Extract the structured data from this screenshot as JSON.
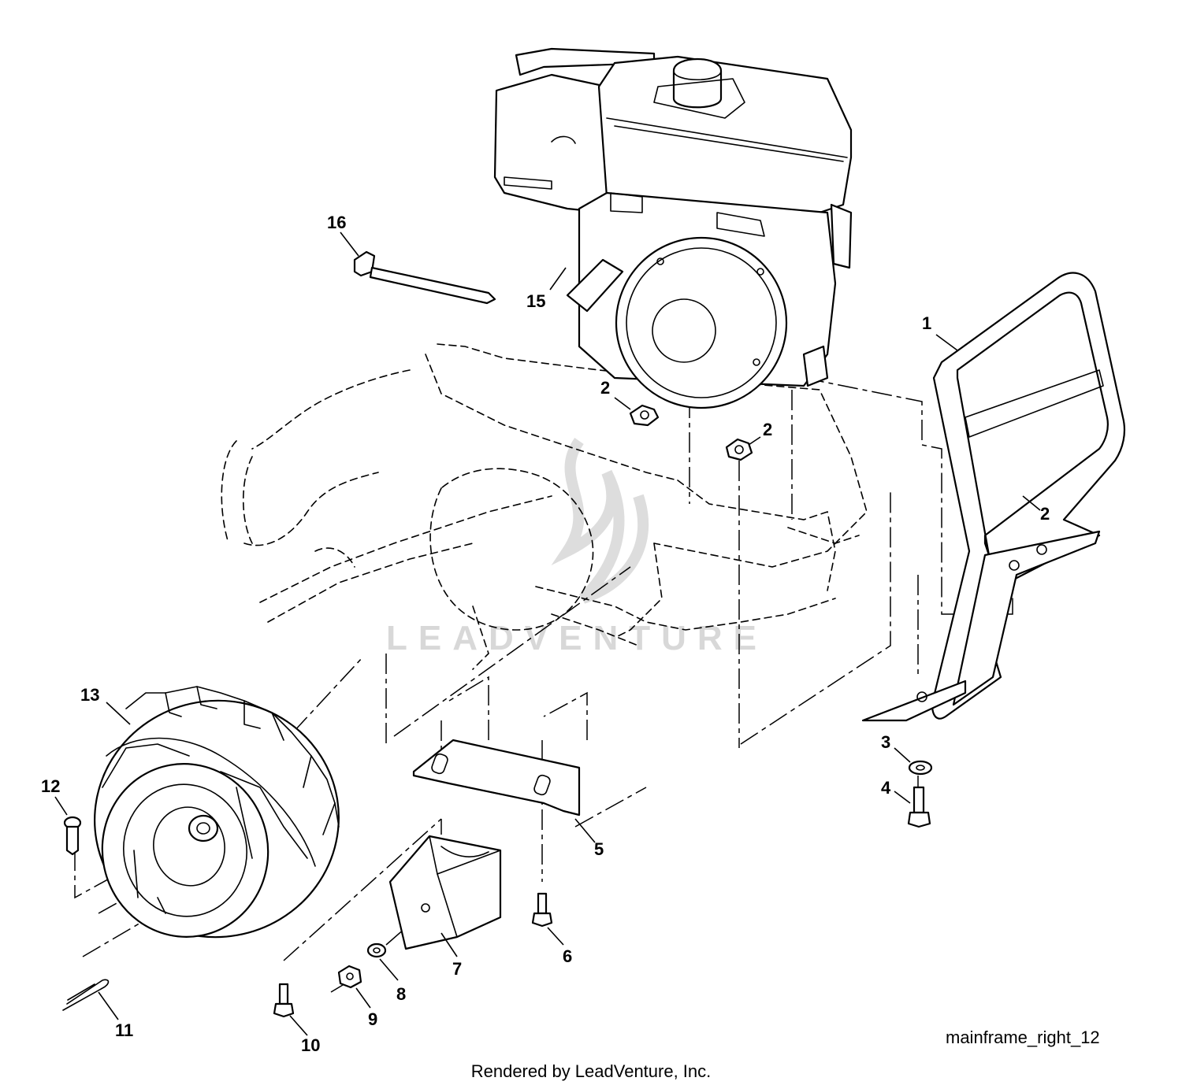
{
  "watermark": "LEADVENTURE",
  "diagram_id": "mainframe_right_12",
  "credit": "Rendered by LeadVenture, Inc.",
  "callouts": {
    "c1": "1",
    "c2a": "2",
    "c2b": "2",
    "c2c": "2",
    "c3": "3",
    "c4": "4",
    "c5": "5",
    "c6": "6",
    "c7": "7",
    "c8": "8",
    "c9": "9",
    "c10": "10",
    "c11": "11",
    "c12": "12",
    "c13": "13",
    "c15": "15",
    "c16": "16"
  }
}
